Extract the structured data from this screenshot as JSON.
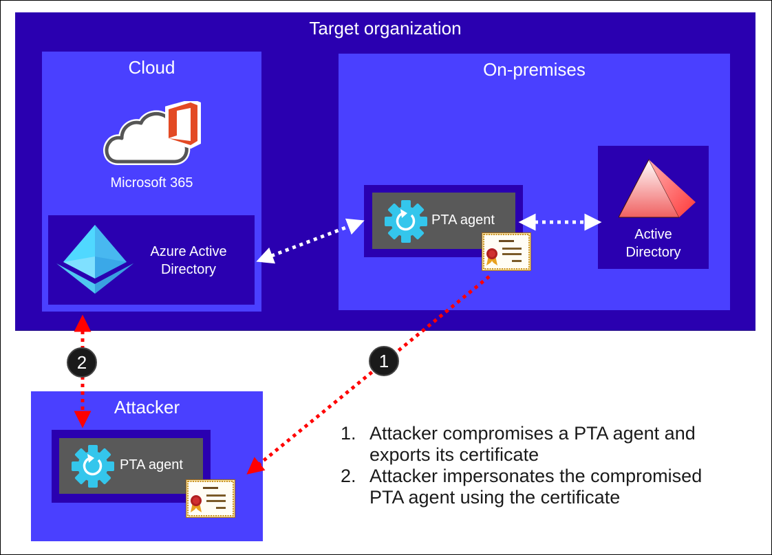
{
  "diagram": {
    "target_org": {
      "title": "Target organization"
    },
    "cloud": {
      "title": "Cloud",
      "m365": {
        "label": "Microsoft 365",
        "icon": "office-cloud-icon"
      },
      "aad": {
        "label_line1": "Azure Active",
        "label_line2": "Directory",
        "icon": "azure-ad-pyramid-icon"
      }
    },
    "onprem": {
      "title": "On-premises",
      "pta_agent": {
        "label": "PTA agent",
        "icon": "gear-refresh-icon",
        "cert_icon": "certificate-icon"
      },
      "ad": {
        "label_line1": "Active",
        "label_line2": "Directory",
        "icon": "ad-pyramid-icon"
      }
    },
    "attacker": {
      "title": "Attacker",
      "pta_agent": {
        "label": "PTA agent",
        "icon": "gear-refresh-icon",
        "cert_icon": "certificate-icon"
      }
    },
    "badges": {
      "step1": "1",
      "step2": "2"
    },
    "steps": [
      {
        "num": "1.",
        "line1": "Attacker compromises a PTA agent and",
        "line2": "exports its certificate"
      },
      {
        "num": "2.",
        "line1": "Attacker impersonates the compromised",
        "line2": "PTA agent using the certificate"
      }
    ],
    "colors": {
      "org_dark": "#2a00b0",
      "zone_light": "#4a40ff",
      "agent_gray": "#595959",
      "attack_arrow": "#ff0000",
      "sync_arrow": "#ffffff"
    }
  }
}
